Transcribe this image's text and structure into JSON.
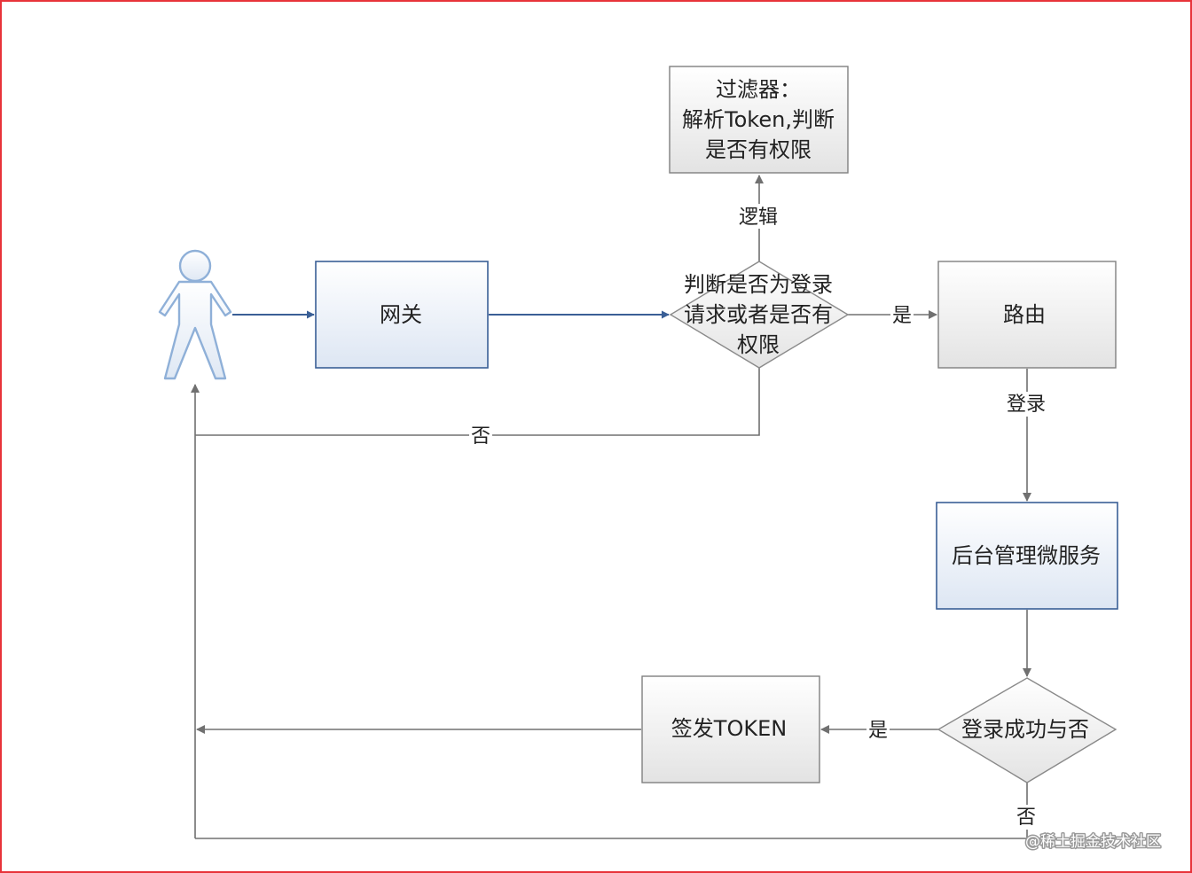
{
  "nodes": {
    "filter": [
      "过滤器：",
      "解析Token,判断",
      "是否有权限"
    ],
    "gateway": "网关",
    "decision_auth": [
      "判断是否为登录",
      "请求或者是否有",
      "权限"
    ],
    "router": "路由",
    "admin_service": "后台管理微服务",
    "decision_login": "登录成功与否",
    "issue_token": "签发TOKEN"
  },
  "edge_labels": {
    "logic": "逻辑",
    "yes_to_router": "是",
    "no_auth": "否",
    "login": "登录",
    "yes_login": "是",
    "no_login": "否"
  },
  "watermark": "@稀土掘金技术社区",
  "colors": {
    "blue_stroke": "#3a5f96",
    "blue_arrow": "#3a5f96",
    "gray_stroke": "#7f7f7f",
    "gray_arrow": "#707070",
    "frame_border": "#e8333a",
    "actor": "#8fb0d8"
  }
}
